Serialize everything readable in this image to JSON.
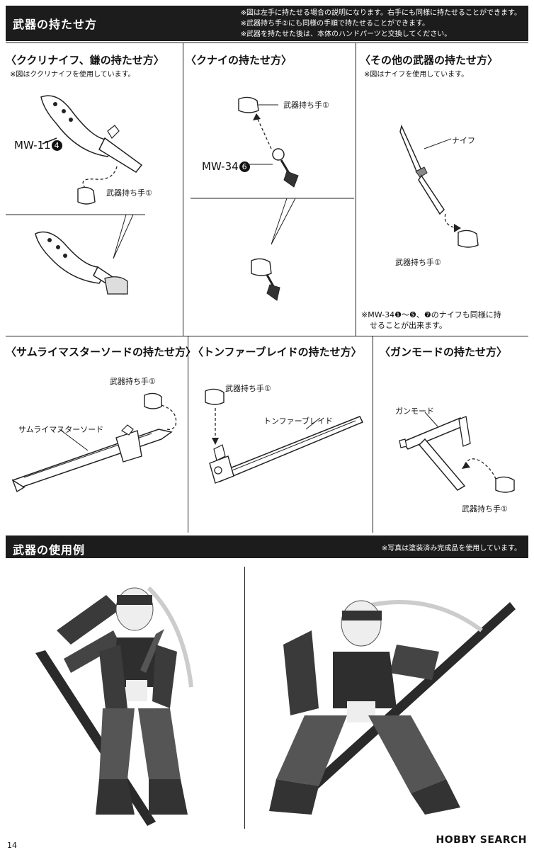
{
  "header": {
    "title": "武器の持たせ方",
    "notes": [
      "※図は左手に持たせる場合の説明になります。右手にも同様に持たせることができます。",
      "※武器持ち手②にも同様の手順で持たせることができます。",
      "※武器を持たせた後は、本体のハンドパーツと交換してください。"
    ]
  },
  "panels": {
    "kukuri": {
      "title": "〈ククリナイフ、鎌の持たせ方〉",
      "subtitle": "※図はククリナイフを使用しています。",
      "code": "MW-11",
      "num": "4",
      "hand": "武器持ち手①"
    },
    "kunai": {
      "title": "〈クナイの持たせ方〉",
      "code": "MW-34",
      "num": "6",
      "hand": "武器持ち手①"
    },
    "other": {
      "title": "〈その他の武器の持たせ方〉",
      "subtitle": "※図はナイフを使用しています。",
      "knife": "ナイフ",
      "hand": "武器持ち手①",
      "note_line1": "※MW-34❶～❺、❼のナイフも同様に持",
      "note_line2": "せることが出来ます。"
    },
    "samurai": {
      "title": "〈サムライマスターソードの持たせ方〉",
      "hand": "武器持ち手①",
      "sword": "サムライマスターソード"
    },
    "tonfa": {
      "title": "〈トンファーブレイドの持たせ方〉",
      "hand": "武器持ち手①",
      "blade": "トンファーブレイド"
    },
    "gun": {
      "title": "〈ガンモードの持たせ方〉",
      "mode": "ガンモード",
      "hand": "武器持ち手①"
    }
  },
  "usage": {
    "title": "武器の使用例",
    "note": "※写真は塗装済み完成品を使用しています。"
  },
  "footer": {
    "logo": "HOBBY SEARCH",
    "page": "14"
  }
}
